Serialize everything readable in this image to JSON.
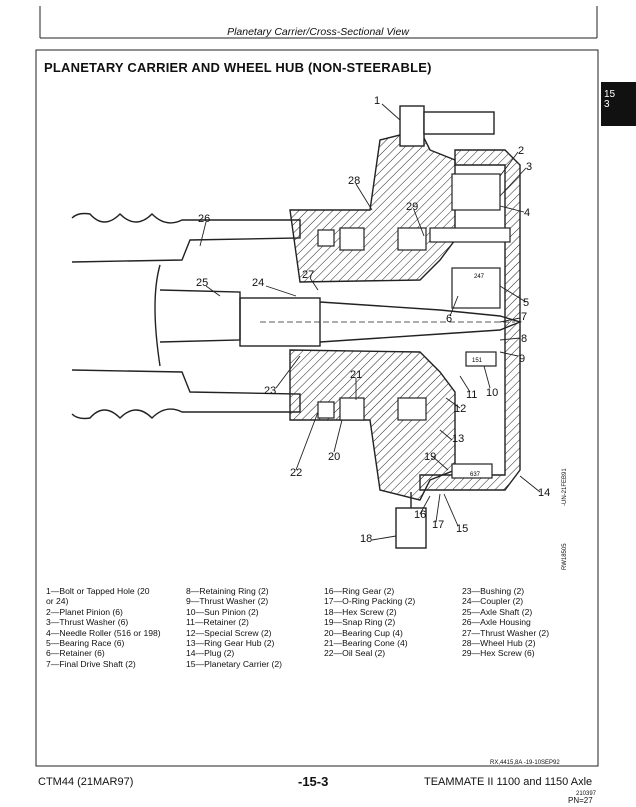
{
  "header": {
    "section_title": "Planetary Carrier/Cross-Sectional View"
  },
  "main": {
    "title": "PLANETARY CARRIER AND WHEEL HUB (NON-STEERABLE)"
  },
  "side_tab": {
    "line1": "15",
    "line2": "3"
  },
  "figure": {
    "callouts": [
      "1",
      "2",
      "3",
      "4",
      "5",
      "6",
      "7",
      "8",
      "9",
      "10",
      "11",
      "12",
      "13",
      "14",
      "15",
      "16",
      "17",
      "18",
      "19",
      "20",
      "21",
      "22",
      "23",
      "24",
      "25",
      "26",
      "27",
      "28",
      "29"
    ],
    "inset_labels": [
      "247",
      "151",
      "637"
    ],
    "vertical_id_1": "-UN-21FEB91",
    "vertical_id_2": "RW18505",
    "ref": "RX,4415,8A    -19-10SEP92"
  },
  "legend": {
    "col1": [
      "1—Bolt or Tapped Hole (20",
      "   or 24)",
      "2—Planet Pinion (6)",
      "3—Thrust Washer (6)",
      "4—Needle Roller (516 or 198)",
      "5—Bearing Race (6)",
      "6—Retainer (6)",
      "7—Final Drive Shaft (2)"
    ],
    "col2": [
      "8—Retaining Ring (2)",
      "9—Thrust Washer (2)",
      "10—Sun Pinion (2)",
      "11—Retainer (2)",
      "12—Special Screw (2)",
      "13—Ring Gear Hub (2)",
      "14—Plug (2)",
      "15—Planetary Carrier (2)"
    ],
    "col3": [
      "16—Ring Gear (2)",
      "17—O-Ring Packing (2)",
      "18—Hex Screw (2)",
      "19—Snap Ring (2)",
      "20—Bearing Cup (4)",
      "21—Bearing Cone (4)",
      "22—Oil Seal (2)"
    ],
    "col4": [
      "23—Bushing (2)",
      "24—Coupler (2)",
      "25—Axle Shaft (2)",
      "26—Axle Housing",
      "27—Thrust Washer (2)",
      "28—Wheel Hub (2)",
      "29—Hex Screw (6)"
    ]
  },
  "footer": {
    "left": "CTM44 (21MAR97)",
    "center": "-15-3",
    "right": "TEAMMATE II 1100 and 1150 Axle",
    "code": "210397",
    "pn": "PN=27"
  }
}
